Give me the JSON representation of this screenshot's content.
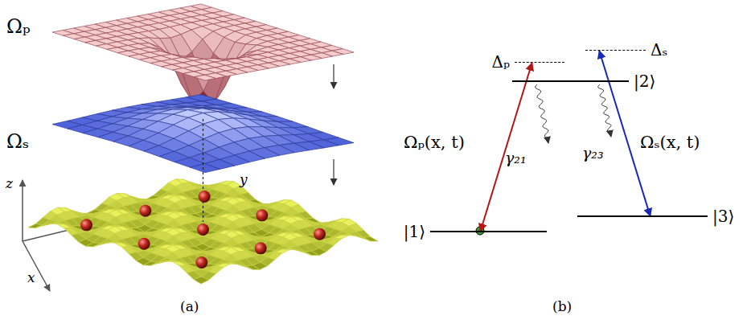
{
  "diagram": {
    "nodes": [
      {
        "text": [
          "Δₚ"
        ]
      },
      {
        "text": [
          "|2⟩"
        ]
      },
      {
        "text": [
          "Δₛ"
        ]
      },
      {
        "text": [
          "|1⟩"
        ]
      },
      {
        "text": [
          "|3⟩"
        ]
      }
    ],
    "edges": [
      {
        "from": 3,
        "to": 0,
        "arrow": "both",
        "label": "Ωₚ(x, t)"
      },
      {
        "from": 2,
        "to": 4,
        "arrow": "both",
        "label": "Ωₛ(x, t)"
      }
    ],
    "labels": [
      "Ωₚ",
      "Ωₛ",
      "z",
      "y",
      "x",
      "(a)",
      "(b)",
      "γ₂₁",
      "γ₂₃"
    ]
  }
}
